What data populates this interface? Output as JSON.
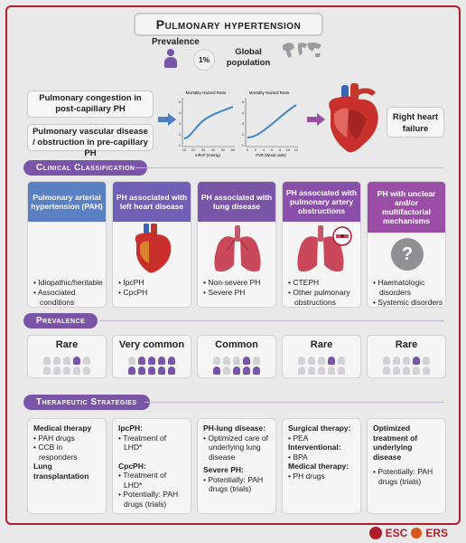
{
  "title": "Pulmonary hypertension",
  "top": {
    "prevalence_label": "Prevalence",
    "percent": "1%",
    "global_population": "Global population"
  },
  "left_boxes": {
    "post": "Pulmonary congestion in post-capillary PH",
    "pre": "Pulmonary vascular disease / obstruction in pre-capillary PH"
  },
  "graphs": {
    "left": {
      "title": "Mortality Hazard Ratio",
      "xlabel": "mPAP (mmHg)",
      "yticks": [
        "5",
        "4",
        "3",
        "2",
        "1"
      ],
      "xticks": [
        "10",
        "20",
        "30",
        "40",
        "50",
        "60"
      ]
    },
    "right": {
      "title": "Mortality Hazard Ratio",
      "xlabel": "PVR (Wood units)",
      "yticks": [
        "5",
        "4",
        "3",
        "2",
        "1"
      ],
      "xticks": [
        "0",
        "2",
        "4",
        "6",
        "8",
        "10",
        "12"
      ]
    }
  },
  "right_heart_failure": "Right heart failure",
  "sections": {
    "clinical": "Clinical Classification",
    "prevalence": "Prevalence",
    "therapeutic": "Therapeutic Strategies"
  },
  "groups": [
    {
      "title": "Pulmonary arterial hypertension (PAH)",
      "color": "#5a7fc3",
      "bullets": [
        "Idiopathic/heritable",
        "Associated conditions"
      ],
      "image": "none",
      "prevalence": "Rare",
      "filled": 1
    },
    {
      "title": "PH associated with left heart disease",
      "color": "#6f5fb5",
      "bullets": [
        "IpcPH",
        "CpcPH"
      ],
      "image": "heart-icon",
      "prevalence": "Very common",
      "filled": 9
    },
    {
      "title": "PH associated with lung disease",
      "color": "#7a55a7",
      "bullets": [
        "Non-severe PH",
        "Severe PH"
      ],
      "image": "lungs-icon",
      "prevalence": "Common",
      "filled": 5
    },
    {
      "title": "PH associated with pulmonary artery obstructions",
      "color": "#8a4fa8",
      "bullets": [
        "CTEPH",
        "Other pulmonary obstructions"
      ],
      "image": "lungs-clot-icon",
      "prevalence": "Rare",
      "filled": 1
    },
    {
      "title": "PH with unclear and/or multifactorial mechanisms",
      "color": "#9b4ea6",
      "bullets": [
        "Haematologic disorders",
        "Systemic disorders"
      ],
      "image": "question-icon",
      "prevalence": "Rare",
      "filled": 1
    }
  ],
  "therapy": {
    "col1": {
      "h1": "Medical therapy",
      "b1": "PAH drugs",
      "b2": "CCB in responders",
      "h2": "Lung transplantation"
    },
    "col2": {
      "h1": "IpcPH:",
      "b1": "Treatment of LHD*",
      "h2": "CpcPH:",
      "b2": "Treatment of LHD*",
      "b3": "Potentially: PAH drugs (trials)"
    },
    "col3": {
      "h1": "PH-lung disease:",
      "b1": "Optimized care of underlying lung disease",
      "h2": "Severe PH:",
      "b2": "Potentially: PAH drugs (trials)"
    },
    "col4": {
      "h1": "Surgical therapy:",
      "b1": "PEA",
      "h2": "Interventional:",
      "b2": "BPA",
      "h3": "Medical therapy:",
      "b3": "PH drugs"
    },
    "col5": {
      "h1": "Optimized treatment of underlying disease",
      "b1": "Potentially: PAH drugs (trials)"
    }
  },
  "logo": {
    "esc": "ESC",
    "ers": "ERS"
  }
}
